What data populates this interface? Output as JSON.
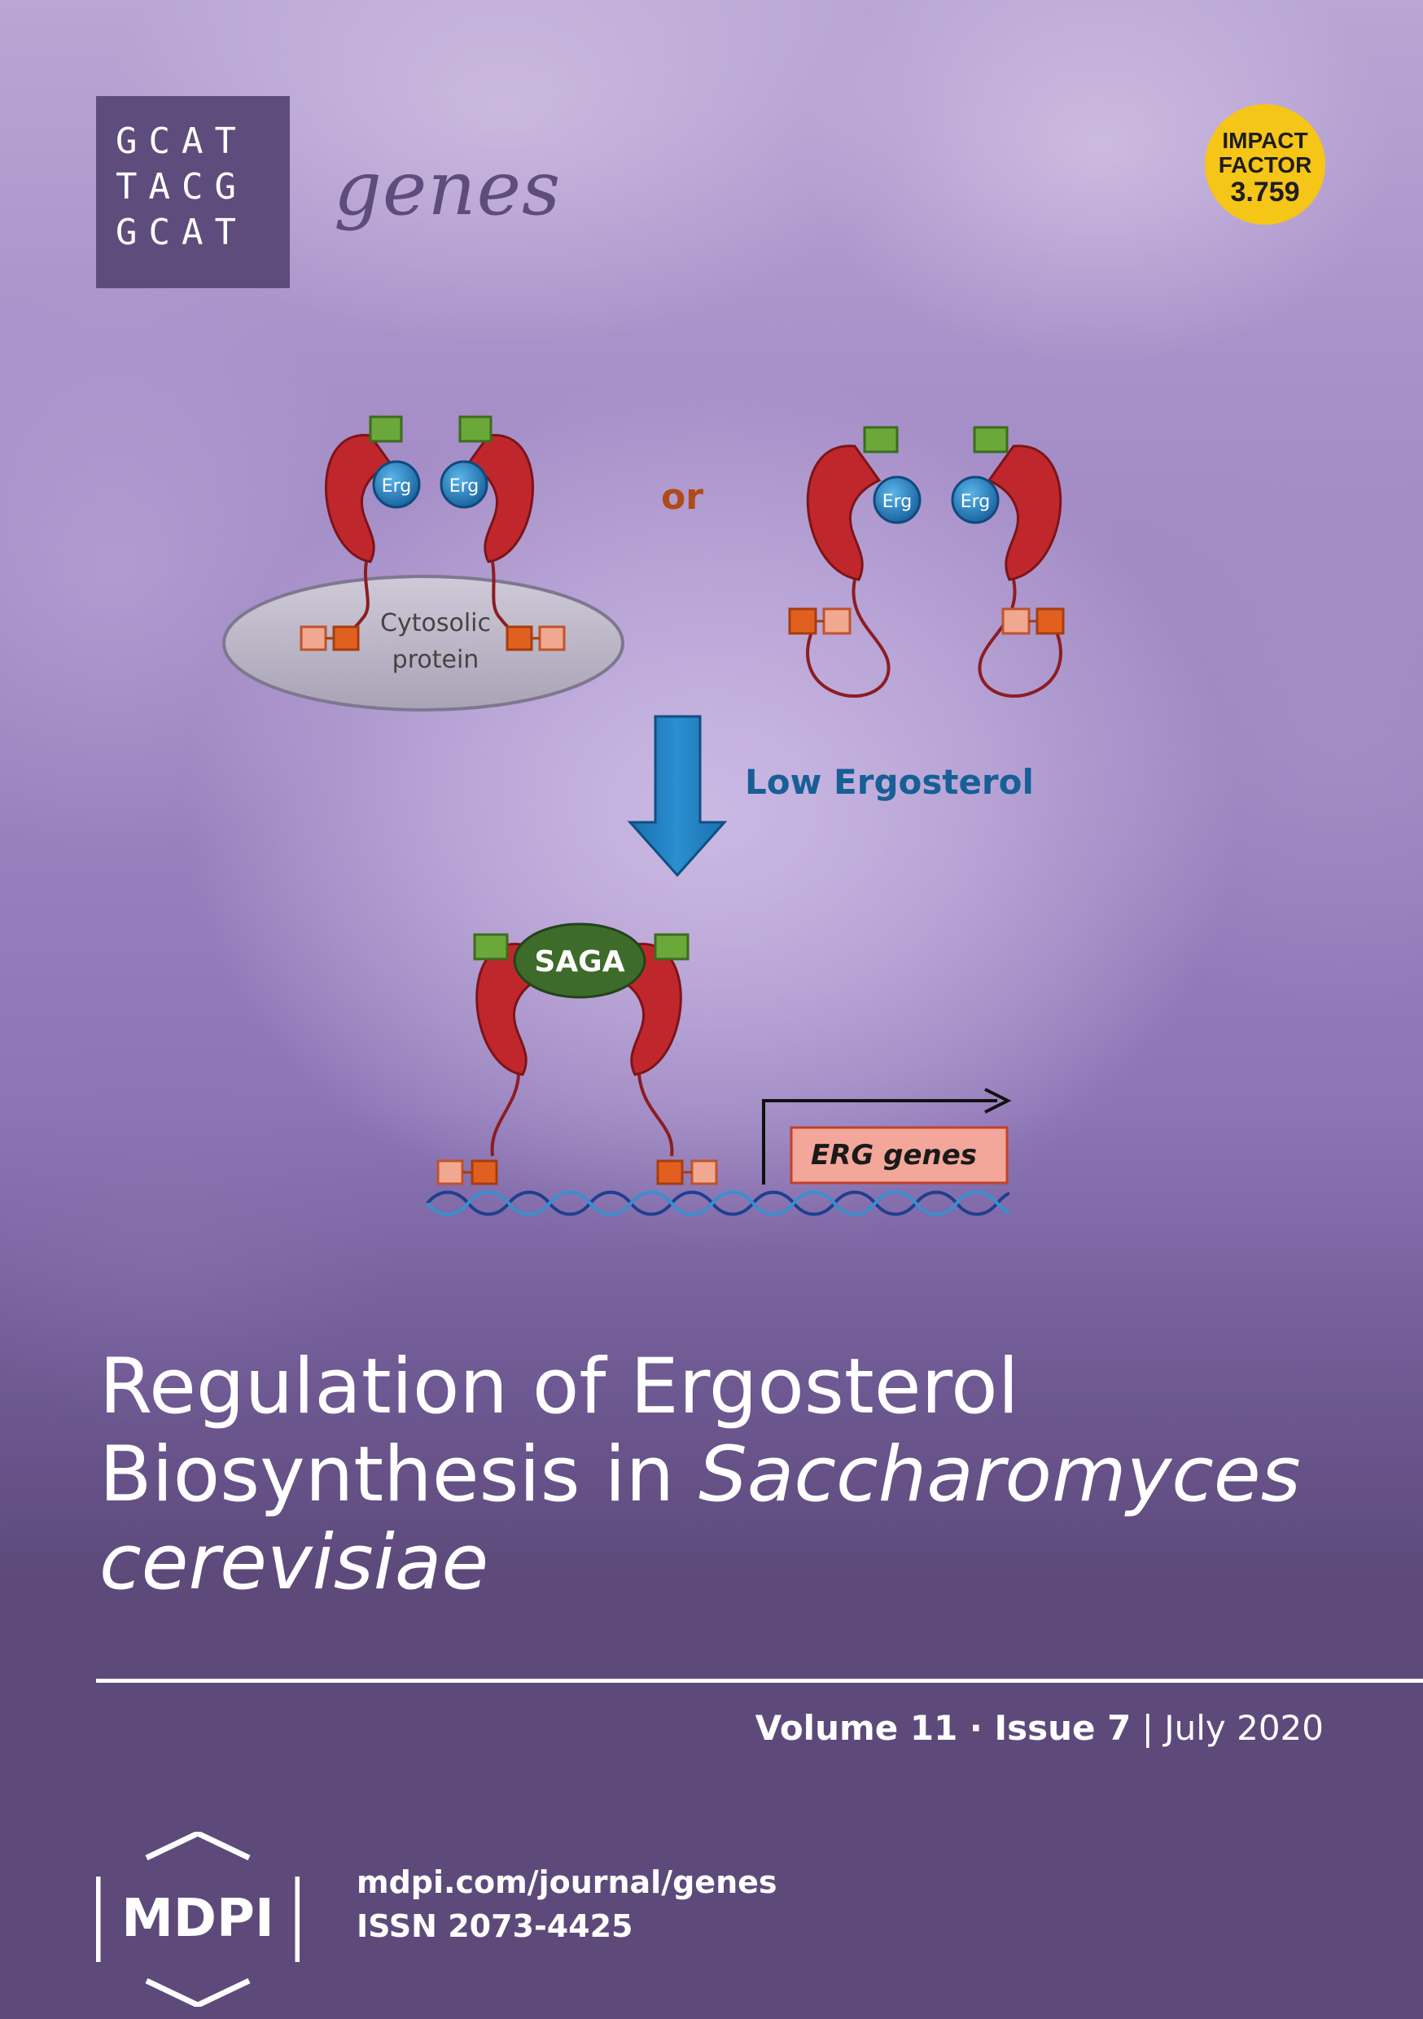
{
  "logo": {
    "rows": [
      "GCAT",
      "TACG",
      "GCAT"
    ],
    "journal": "genes"
  },
  "impact": {
    "line1": "IMPACT",
    "line2": "FACTOR",
    "value": "3.759",
    "color": "#f5c518"
  },
  "figure": {
    "erg_label": "Erg",
    "or_label": "or",
    "cytosolic_line1": "Cytosolic",
    "cytosolic_line2": "protein",
    "arrow_label": "Low Ergosterol",
    "saga_label": "SAGA",
    "gene_label": "ERG genes"
  },
  "title": {
    "line1": "Regulation of Ergosterol",
    "line2_plain": "Biosynthesis in ",
    "line2_italic": "Saccharomyces",
    "line3_italic": "cerevisiae"
  },
  "issue": {
    "volume": "Volume 11",
    "separator": " · ",
    "issue": "Issue 7",
    "divider": " | ",
    "date": "July 2020"
  },
  "footer": {
    "publisher": "MDPI",
    "url": "mdpi.com/journal/genes",
    "issn": "ISSN 2073-4425"
  },
  "colors": {
    "background": "#5d4a7b",
    "protein_red": "#c0272d",
    "tag_green": "#6aa83a",
    "erg_blue": "#1a7cc4",
    "saga_green": "#3d6b2a"
  }
}
